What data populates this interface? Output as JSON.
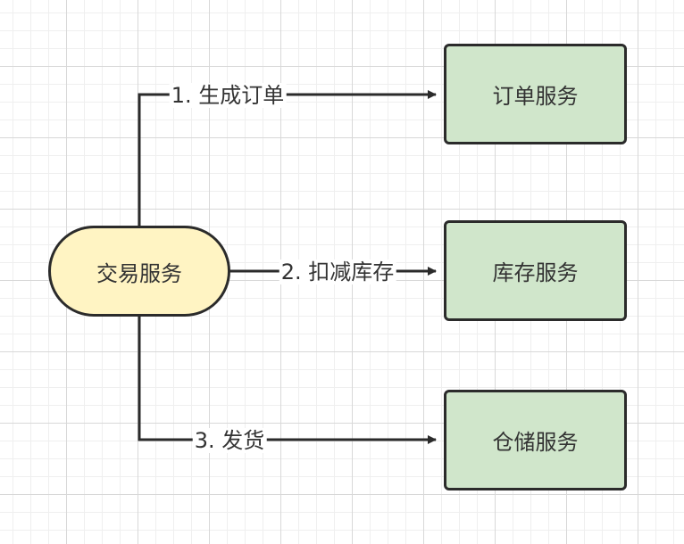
{
  "nodes": {
    "trade": {
      "label": "交易服务",
      "color": "#fff4c3"
    },
    "order": {
      "label": "订单服务",
      "color": "#d0e6cb"
    },
    "inventory": {
      "label": "库存服务",
      "color": "#d0e6cb"
    },
    "warehouse": {
      "label": "仓储服务",
      "color": "#d0e6cb"
    }
  },
  "edges": {
    "create_order": {
      "label": "1. 生成订单",
      "from": "交易服务",
      "to": "订单服务"
    },
    "deduct_stock": {
      "label": "2. 扣减库存",
      "from": "交易服务",
      "to": "库存服务"
    },
    "ship": {
      "label": "3. 发货",
      "from": "交易服务",
      "to": "仓储服务"
    }
  },
  "colors": {
    "stroke": "#2b2b2b",
    "text": "#333333"
  }
}
